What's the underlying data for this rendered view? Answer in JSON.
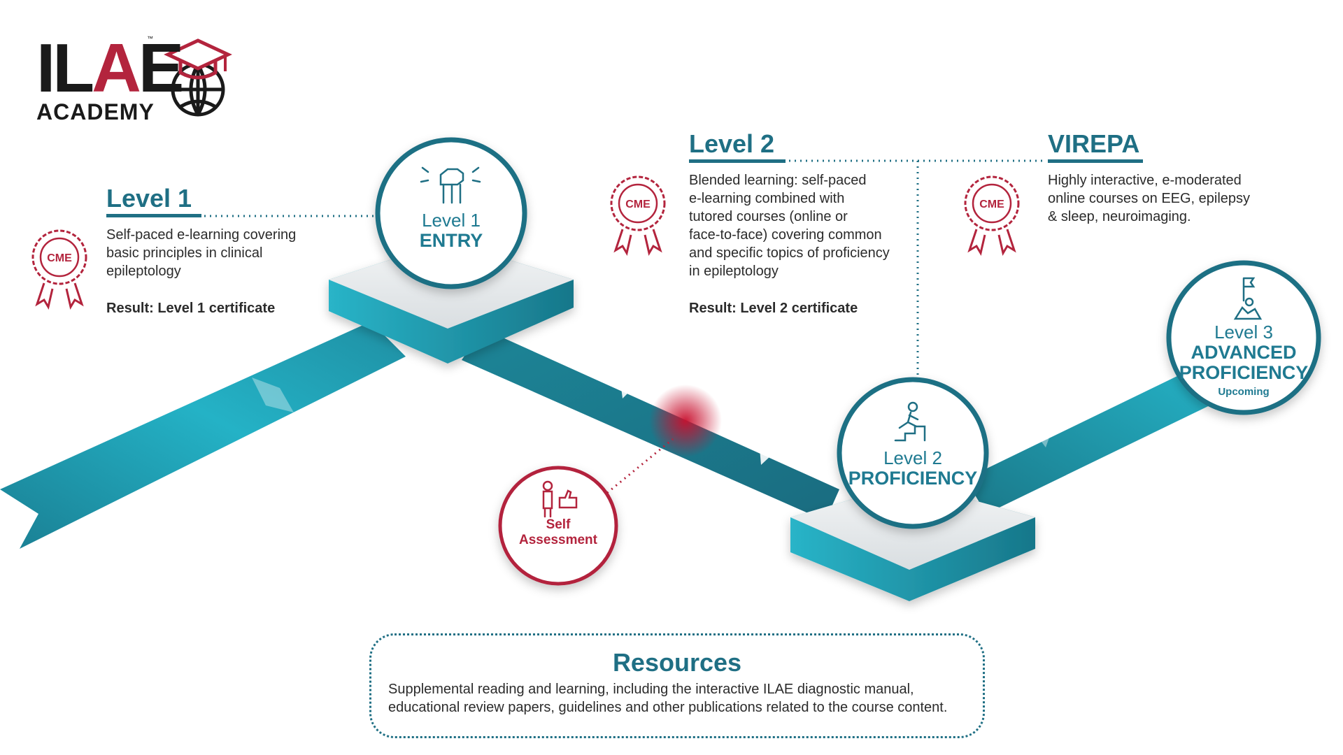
{
  "logo": {
    "wordmark_left": "IL",
    "wordmark_accent": "A",
    "wordmark_right": "E",
    "subtitle": "ACADEMY",
    "tm": "™"
  },
  "level1_info": {
    "heading": "Level 1",
    "lines": [
      "Self-paced e-learning covering",
      "basic principles in clinical",
      "epileptology"
    ],
    "result": "Result: Level 1 certificate",
    "badge": "CME"
  },
  "level2_info": {
    "heading": "Level 2",
    "lines": [
      "Blended learning: self-paced",
      "e-learning combined with",
      "tutored courses (online or",
      "face-to-face) covering common",
      "and specific topics of proficiency",
      "in epileptology"
    ],
    "result": "Result: Level 2 certificate",
    "badge": "CME"
  },
  "virepa_info": {
    "heading": "VIREPA",
    "lines": [
      "Highly interactive, e-moderated",
      "online courses on EEG, epilepsy",
      "& sleep, neuroimaging."
    ],
    "badge": "CME"
  },
  "nodes": {
    "entry": {
      "level": "Level 1",
      "name": "ENTRY",
      "icon": "raised-fist-icon"
    },
    "proficiency": {
      "level": "Level 2",
      "name": "PROFICIENCY",
      "icon": "climbing-steps-icon"
    },
    "advanced": {
      "level": "Level 3",
      "name_line1": "ADVANCED",
      "name_line2": "PROFICIENCY",
      "status": "Upcoming",
      "icon": "summit-flag-icon"
    },
    "self_assessment": {
      "line1": "Self",
      "line2": "Assessment",
      "icon": "thumbs-up-icon"
    }
  },
  "resources": {
    "title": "Resources",
    "lines": [
      "Supplemental reading and learning, including the interactive ILAE diagnostic manual,",
      "educational review papers, guidelines and other publications related to the course content."
    ]
  },
  "colors": {
    "teal": "#1f6f84",
    "teal_light": "#2bbdd0",
    "red": "#b3243d",
    "text": "#2b2b2b"
  }
}
